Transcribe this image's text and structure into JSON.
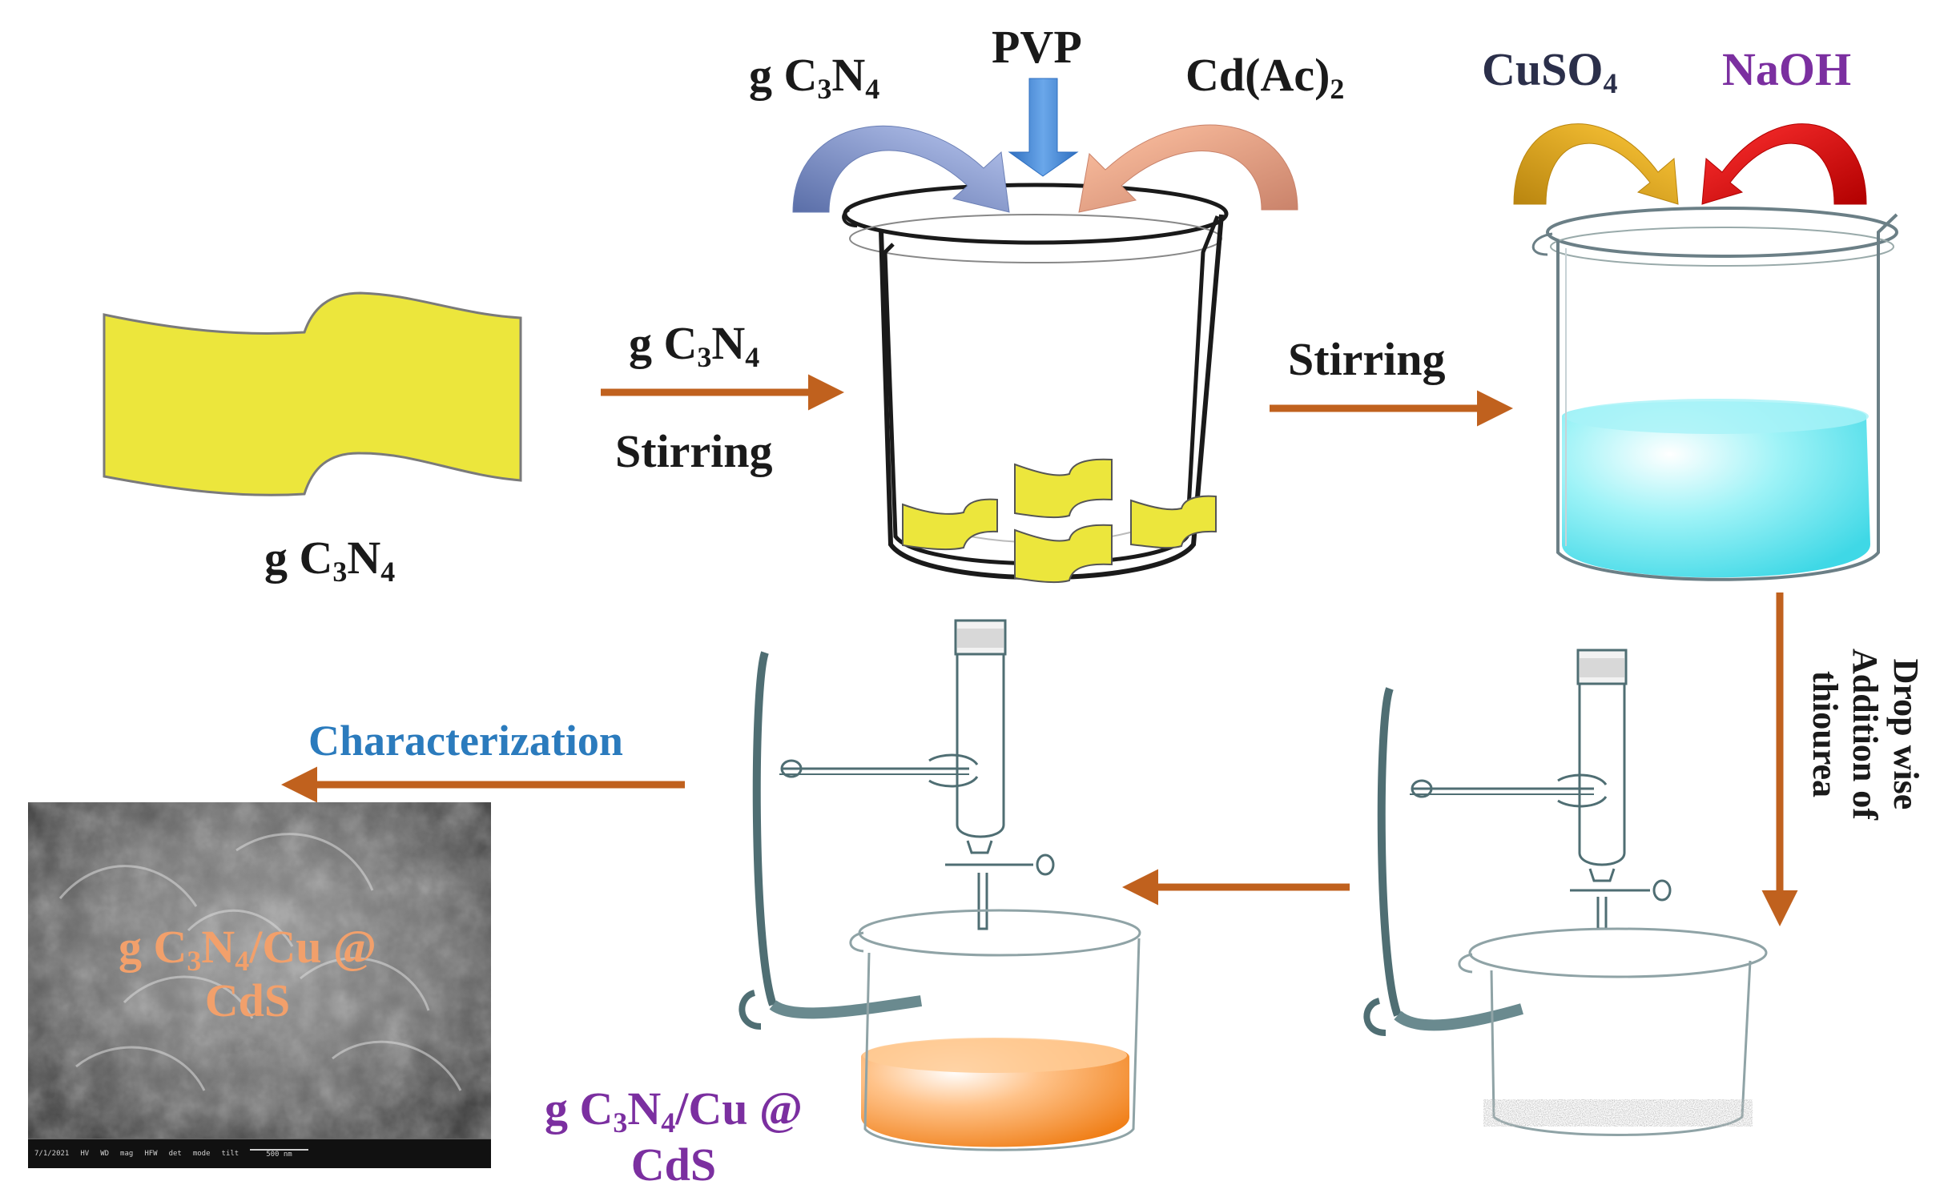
{
  "labels": {
    "gc3n4_sheet": {
      "pre": "g C",
      "sub1": "3",
      "mid": "N",
      "sub2": "4"
    },
    "arrow1_top": {
      "pre": "g C",
      "sub1": "3",
      "mid": "N",
      "sub2": "4"
    },
    "arrow1_bottom": "Stirring",
    "beaker1_gc3n4": {
      "pre": "g C",
      "sub1": "3",
      "mid": "N",
      "sub2": "4"
    },
    "beaker1_pvp": "PVP",
    "beaker1_cdac": {
      "pre": "Cd(Ac)",
      "sub": "2"
    },
    "arrow2": "Stirring",
    "beaker2_cuso4": {
      "pre": "CuSO",
      "sub": "4"
    },
    "beaker2_naoh": "NaOH",
    "vertical_arrow": [
      "Drop wise",
      "Addition of",
      "thiourea"
    ],
    "characterization": "Characterization",
    "product": {
      "pre": "g C",
      "sub1": "3",
      "mid": "N",
      "sub2": "4",
      "post": "/Cu @",
      "line2": "CdS"
    },
    "sem_overlay": {
      "pre": "g C",
      "sub1": "3",
      "mid": "N",
      "sub2": "4",
      "post": "/Cu @",
      "line2": "CdS"
    }
  },
  "sem_databar": [
    "7/1/2021",
    "HV",
    "WD",
    "mag",
    "HFW",
    "det",
    "mode",
    "tilt",
    "500 nm"
  ],
  "colors": {
    "sheet_fill": "#ece63c",
    "arrow_brown": "#c0611e",
    "blue_solution": "#5fe6f0",
    "orange_solution": "#f5902a",
    "purple_text": "#7b2fa0",
    "blue_text": "#2b7bbd",
    "peach_text": "#f2a06b"
  }
}
